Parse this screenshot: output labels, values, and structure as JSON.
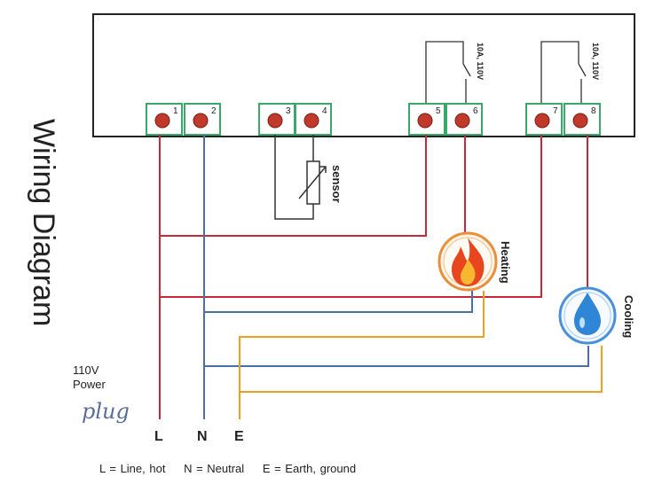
{
  "title": "Wiring Diagram",
  "terminals": [
    "1",
    "2",
    "3",
    "4",
    "5",
    "6",
    "7",
    "8"
  ],
  "relay_rating": "10A, 110V",
  "sensor_label": "sensor",
  "heating_label": "Heating",
  "cooling_label": "Cooling",
  "power": {
    "line1": "110V",
    "line2": "Power",
    "plug_text": "plug"
  },
  "wire_letters": {
    "L": "L",
    "N": "N",
    "E": "E"
  },
  "legend": {
    "line": "L = Line, hot",
    "neutral": "N = Neutral",
    "earth": "E = Earth, ground"
  },
  "colors": {
    "line": "#c8283a",
    "neutral": "#4a6fa5",
    "earth": "#f0a020",
    "black": "#333333",
    "terminal_border": "#3aa86b",
    "screw": "#c0392b",
    "heating_ring": "#e8903a",
    "cooling_ring": "#4a90d9"
  }
}
